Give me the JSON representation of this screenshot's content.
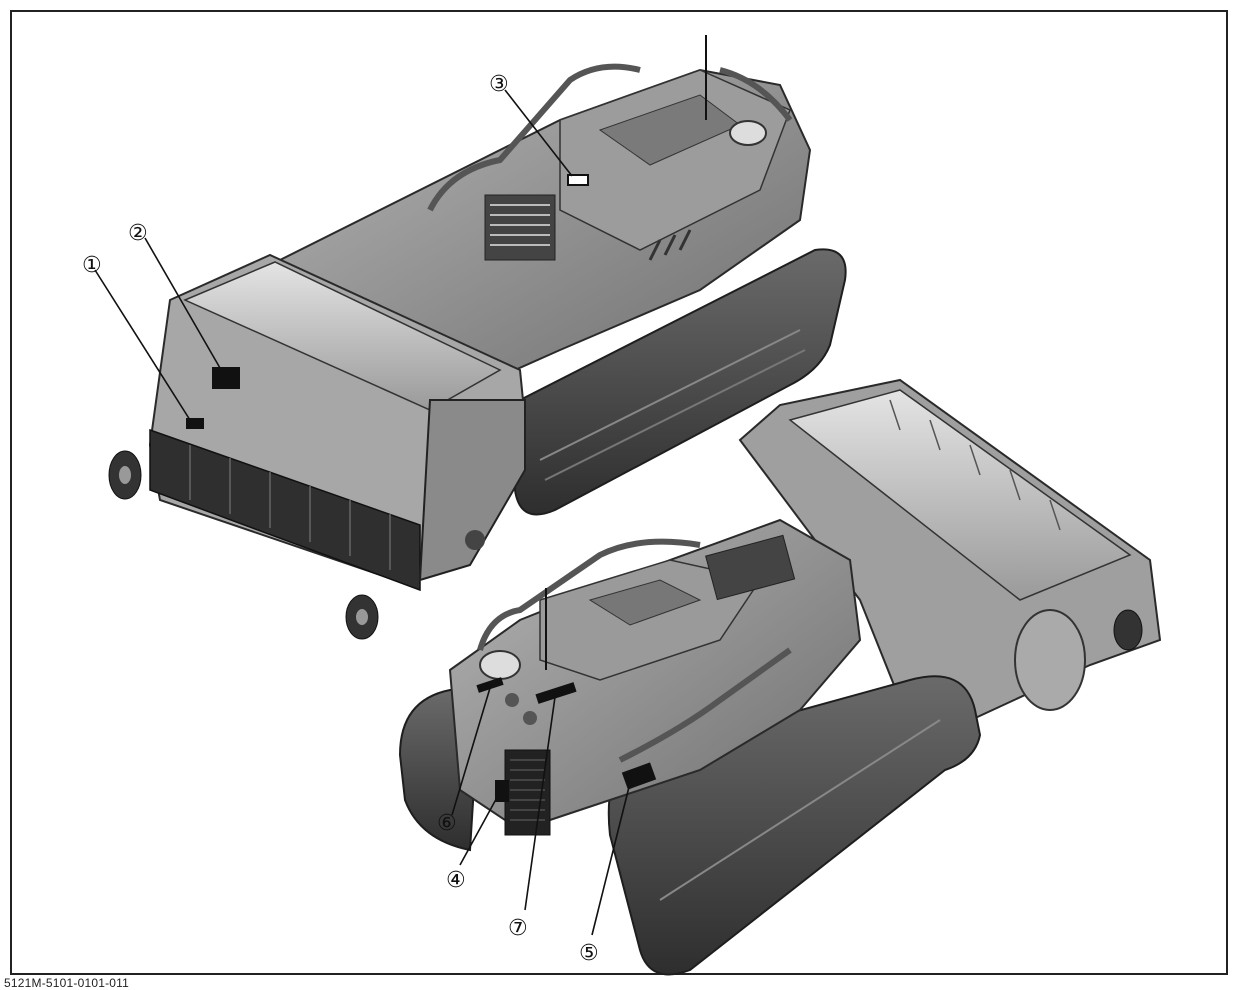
{
  "callouts": [
    {
      "id": "1",
      "label": "①"
    },
    {
      "id": "2",
      "label": "②"
    },
    {
      "id": "3",
      "label": "③"
    },
    {
      "id": "4",
      "label": "④"
    },
    {
      "id": "5",
      "label": "⑤"
    },
    {
      "id": "6",
      "label": "⑥"
    },
    {
      "id": "7",
      "label": "⑦"
    }
  ],
  "footer": {
    "code": "5121M-5101-0101-011"
  },
  "colors": {
    "body": "#8a8a8a",
    "dark": "#3a3a3a",
    "track": "#555555",
    "light": "#c9c9c9",
    "label_patch": "#111111"
  }
}
